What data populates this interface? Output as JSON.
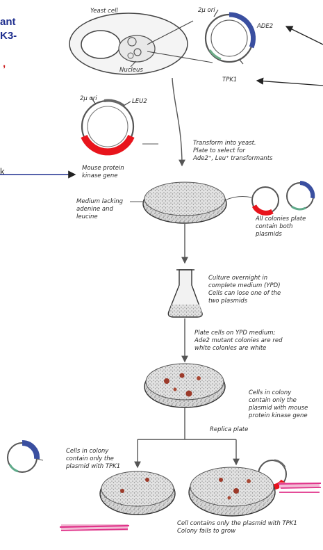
{
  "header_fragments": {
    "line1": "ant",
    "line2": "K3-",
    "line3": ",",
    "line4": "k"
  },
  "top": {
    "yeast_cell": "Yeast cell",
    "nucleus": "Nucleus",
    "two_micron_ori": "2μ ori",
    "ade2": "ADE2",
    "tpk1": "TPK1"
  },
  "plasmid": {
    "two_micron_ori": "2μ ori",
    "leu2": "LEU2",
    "gene_label_1": "Mouse protein",
    "gene_label_2": "kinase gene"
  },
  "steps": {
    "transform_1": "Transform into yeast.",
    "transform_2": "Plate to select for",
    "transform_3": "Ade2⁺, Leu⁺ transformants",
    "medium_1": "Medium lacking",
    "medium_2": "adenine and",
    "medium_3": "leucine",
    "colonies_1": "All colonies plate",
    "colonies_2": "contain both",
    "colonies_3": "plasmids",
    "culture_1": "Culture overnight in",
    "culture_2": "complete medium (YPD)",
    "culture_3": "Cells can lose one of the",
    "culture_4": "two plasmids",
    "plate_1": "Plate cells on YPD medium;",
    "plate_2": "Ade2 mutant colonies are red",
    "plate_3": "white colonies are white",
    "replica": "Replica plate",
    "contains_left_1": "Cells in colony",
    "contains_left_2": "contain only the",
    "contains_left_3": "plasmid with TPK1",
    "contains_right_1": "Cells in colony",
    "contains_right_2": "contain only the",
    "contains_right_3": "plasmid with mouse",
    "contains_right_4": "protein kinase gene",
    "bottom_right_1": "Cell contains only the plasmid with TPK1",
    "bottom_right_2": "Colony fails to grow"
  },
  "colors": {
    "header_blue": "#1f2f8f",
    "header_red": "#cc1f1f",
    "gene_red": "#e8141c",
    "ade2_blue": "#3a4fa0",
    "strike_magenta": "#e0338a"
  }
}
